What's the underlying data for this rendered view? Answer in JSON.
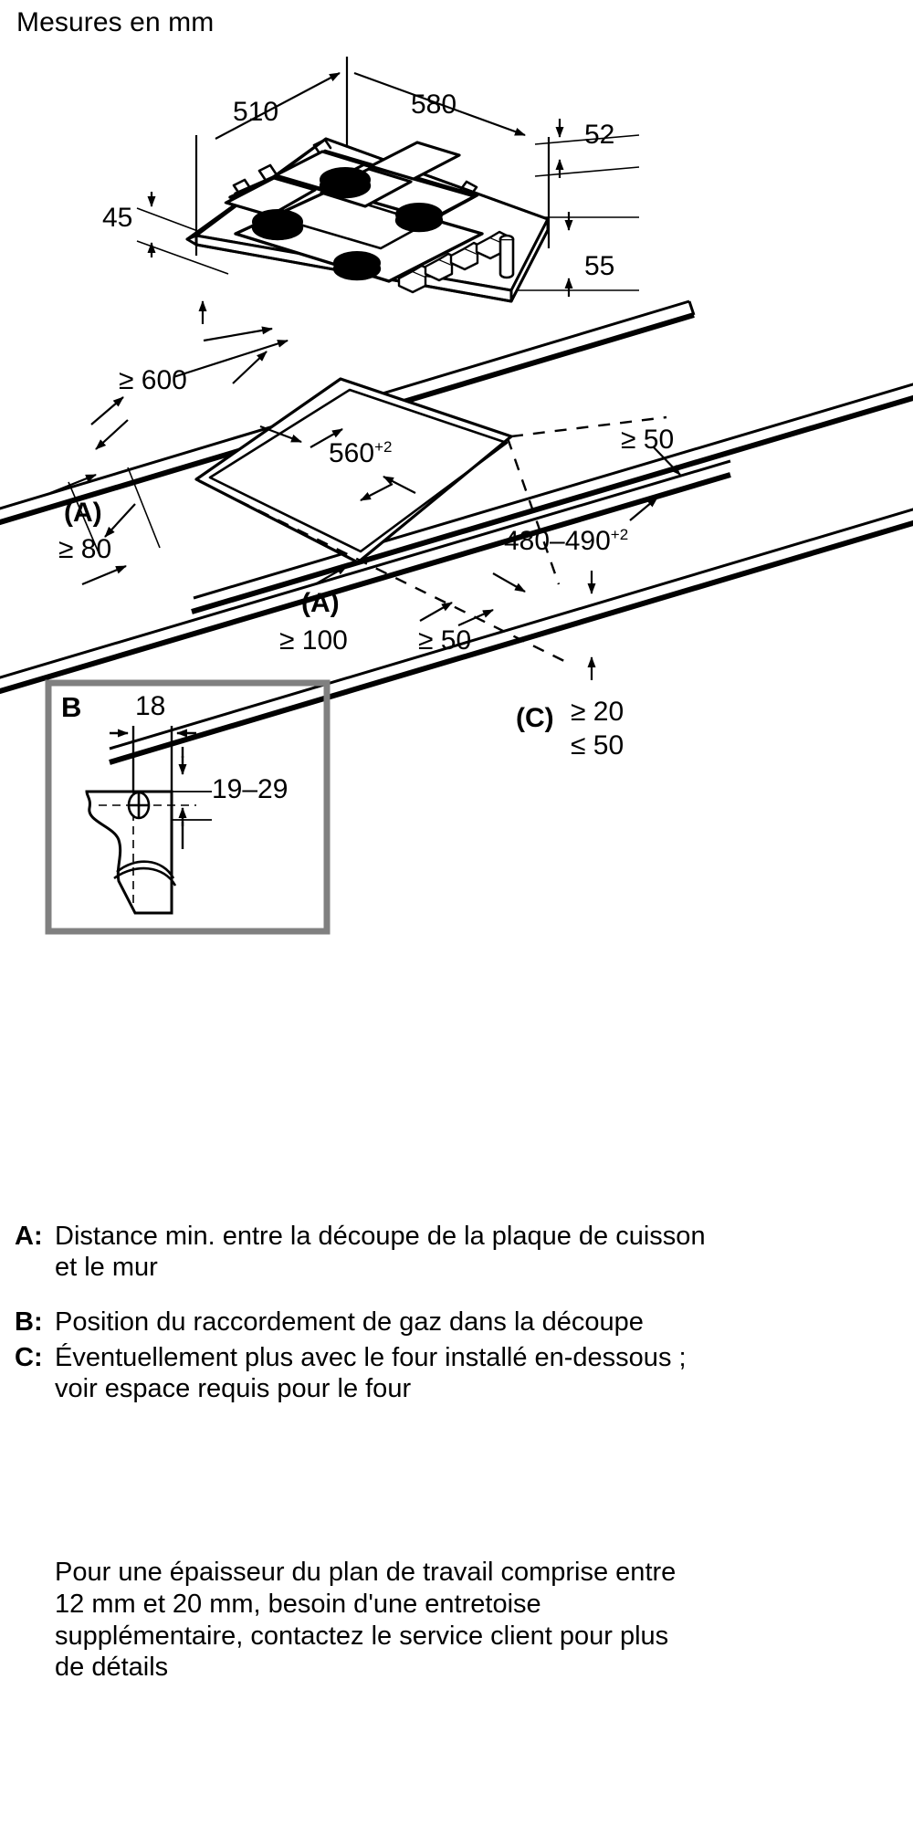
{
  "header": {
    "title": "Mesures en mm"
  },
  "appliance": {
    "name": "gas-hob-4-burner",
    "dimensions": {
      "depth": "510",
      "width": "580",
      "frame_height": "52",
      "panel_height": "45",
      "body_depth": "55"
    }
  },
  "worktop": {
    "clearance_above": "≥ 600",
    "cutout_width": "560",
    "cutout_width_tol": "+2",
    "cutout_depth": "480–490",
    "cutout_depth_tol": "+2",
    "rear_edge_clearance": "≥ 50",
    "wall_left_label": "(A)",
    "wall_left_value": "≥ 80",
    "wall_front_label": "(A)",
    "wall_front_value": "≥ 100",
    "front_edge_clearance": "≥ 50",
    "below_label": "(C)",
    "below_min": "≥ 20",
    "below_max": "≤ 50"
  },
  "detail_b": {
    "key": "B",
    "width": "18",
    "height_range": "19–29"
  },
  "legend": [
    {
      "key": "A:",
      "text": "Distance min. entre la découpe de la plaque de cuisson et le mur"
    },
    {
      "key": "B:",
      "text": "Position du raccordement de gaz dans la découpe"
    },
    {
      "key": "C:",
      "text": "Éventuellement plus avec le four installé en-dessous ; voir espace requis pour le four"
    }
  ],
  "footnote": {
    "text": "Pour une épaisseur du plan de travail comprise entre 12 mm et 20 mm, besoin d'une entretoise supplémentaire, contactez le service client pour plus de détails"
  },
  "colors": {
    "line": "#000000",
    "background": "#ffffff",
    "detail_box_border": "#808080"
  }
}
